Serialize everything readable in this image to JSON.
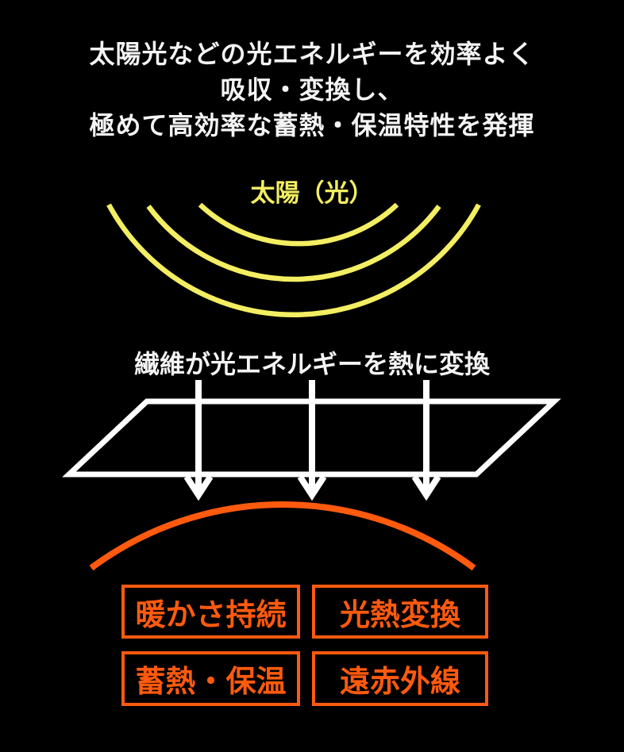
{
  "colors": {
    "background": "#000000",
    "text_white": "#f4f4f4",
    "shape_white": "#ffffff",
    "yellow": "#f3ee62",
    "orange": "#ff5a0e"
  },
  "header": {
    "lines": [
      "太陽光などの光エネルギーを効率よく",
      "吸収・変換し、",
      "極めて高効率な蓄熱・保温特性を発揮"
    ]
  },
  "sun": {
    "label": "太陽（光）"
  },
  "conversion": {
    "label": "繊維が光エネルギーを熱に変換"
  },
  "features": [
    {
      "label": "暖かさ持続"
    },
    {
      "label": "光熱変換"
    },
    {
      "label": "蓄熱・保温"
    },
    {
      "label": "遠赤外線"
    }
  ],
  "icons": {
    "sun_rays": "three-concentric-downward-light-wave-arcs",
    "fabric_sheet": "white-perspective-parallelogram-outline",
    "heat_arrows": "three-white-downward-arrows",
    "warmth_arc": "orange-upward-warmth-arc"
  }
}
